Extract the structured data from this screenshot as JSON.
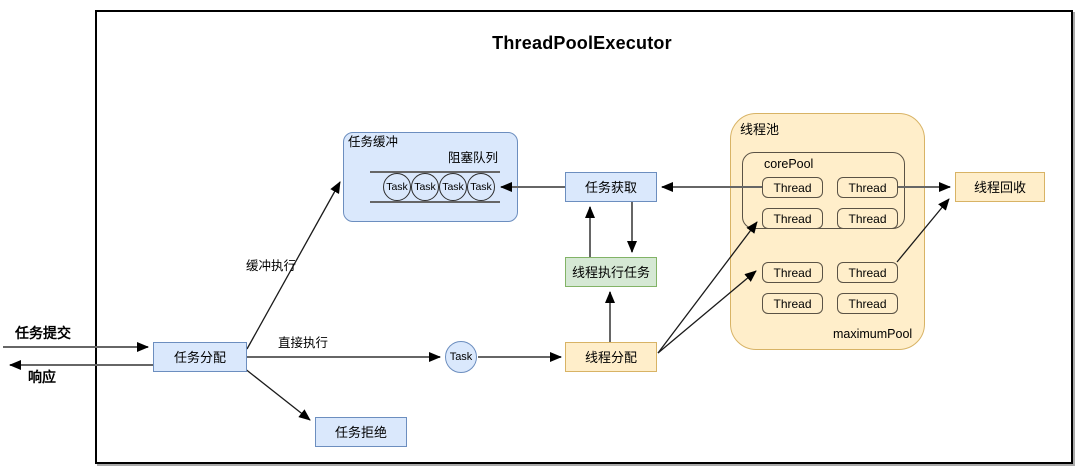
{
  "title": "ThreadPoolExecutor",
  "io": {
    "submit_label": "任务提交",
    "response_label": "响应"
  },
  "dispatch": {
    "label": "任务分配"
  },
  "edge_labels": {
    "buffered_exec": "缓冲执行",
    "direct_exec": "直接执行"
  },
  "buffer": {
    "label": "任务缓冲",
    "queue_label": "阻塞队列",
    "tasks": [
      "Task",
      "Task",
      "Task",
      "Task"
    ]
  },
  "task_node": {
    "label": "Task"
  },
  "reject": {
    "label": "任务拒绝"
  },
  "fetch": {
    "label": "任务获取"
  },
  "exec": {
    "label": "线程执行任务"
  },
  "thread_dispatch": {
    "label": "线程分配"
  },
  "pool": {
    "label": "线程池",
    "core_label": "corePool",
    "max_label": "maximumPool",
    "threads": [
      "Thread",
      "Thread",
      "Thread",
      "Thread",
      "Thread",
      "Thread",
      "Thread",
      "Thread"
    ]
  },
  "recycle": {
    "label": "线程回收"
  },
  "colors": {
    "blue_fill": "#dae8fc",
    "blue_border": "#6c8ebf",
    "green_fill": "#d5e8d4",
    "green_border": "#82b366",
    "yellow_fill": "#ffeeca",
    "yellow_border": "#d8b365",
    "thread_border": "#5a5245",
    "line_gray": "#666666",
    "line_black": "#1a1a1a"
  }
}
